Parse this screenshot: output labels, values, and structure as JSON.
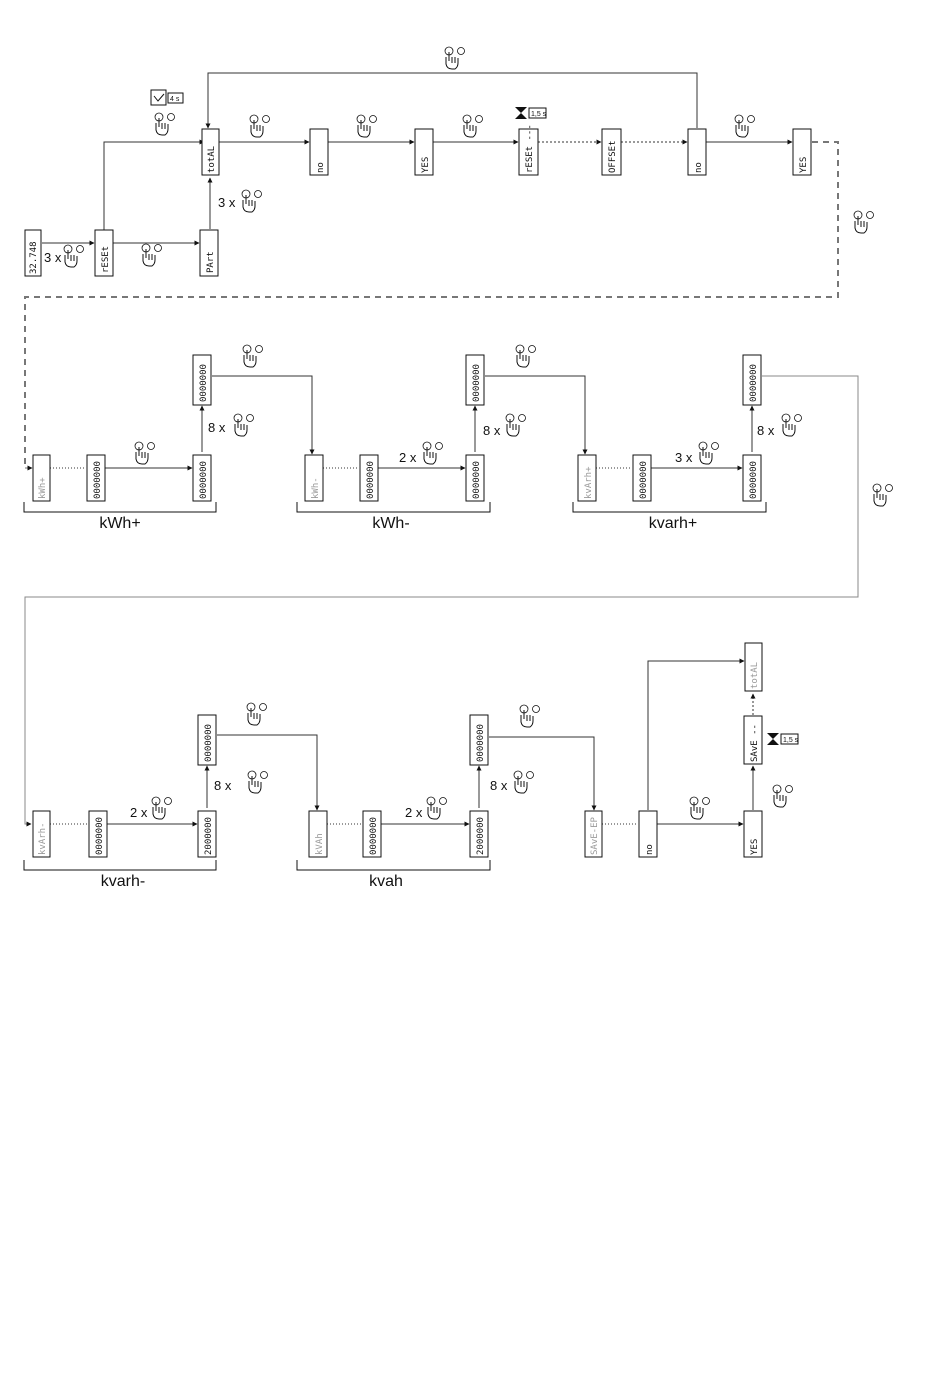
{
  "displays": {
    "d_energy": "32.748",
    "d_reset": "rESEt",
    "d_part": "PArt",
    "d_total": "totAL",
    "d_no1": "no",
    "d_yes1": "YES",
    "d_reset_run": "rESEt ---",
    "d_offset": "OFFSEt",
    "d_no2": "no",
    "d_yes2": "YES",
    "d_kwhp_name": "kWh+",
    "d_kwhp_a": "0000000",
    "d_kwhp_b": "0000000",
    "d_kwhp_c": "0000000",
    "d_kwhm_name": "kWh-",
    "d_kwhm_a": "0000000",
    "d_kwhm_b": "0000000",
    "d_kwhm_c": "0000000",
    "d_kvarp_name": "kvArh+",
    "d_kvarp_a": "0000000",
    "d_kvarp_b": "0000000",
    "d_kvarp_c": "0000000",
    "d_kvarm_name": "kvArh-",
    "d_kvarm_a": "0000000",
    "d_kvarm_b": "2000000",
    "d_kvarm_c": "0000000",
    "d_kvah_name": "kVAh",
    "d_kvah_a": "0000000",
    "d_kvah_b": "2000000",
    "d_kvah_c": "0000000",
    "d_save": "SAvE-EP",
    "d_no3": "no",
    "d_yes3": "YES",
    "d_saving": "SAvE --",
    "d_total2": "totAL"
  },
  "groups": {
    "kwh_plus": "kWh+",
    "kwh_minus": "kWh-",
    "kvarh_plus": "kvarh+",
    "kvarh_minus": "kvarh-",
    "kvah": "kvah"
  },
  "multipliers": {
    "m1": "3 x",
    "m2": "3 x",
    "m3": "8 x",
    "m4": "2 x",
    "m5": "8 x",
    "m6": "3 x",
    "m7": "8 x",
    "m8": "2 x",
    "m9": "8 x",
    "m10": "2 x",
    "m11": "8 x"
  },
  "timers": {
    "hold": "4 s",
    "wait1": "1,5 s",
    "wait2": "1,5 s"
  },
  "icons": [
    "hand-press-icon",
    "clock-icon",
    "hourglass-icon"
  ]
}
